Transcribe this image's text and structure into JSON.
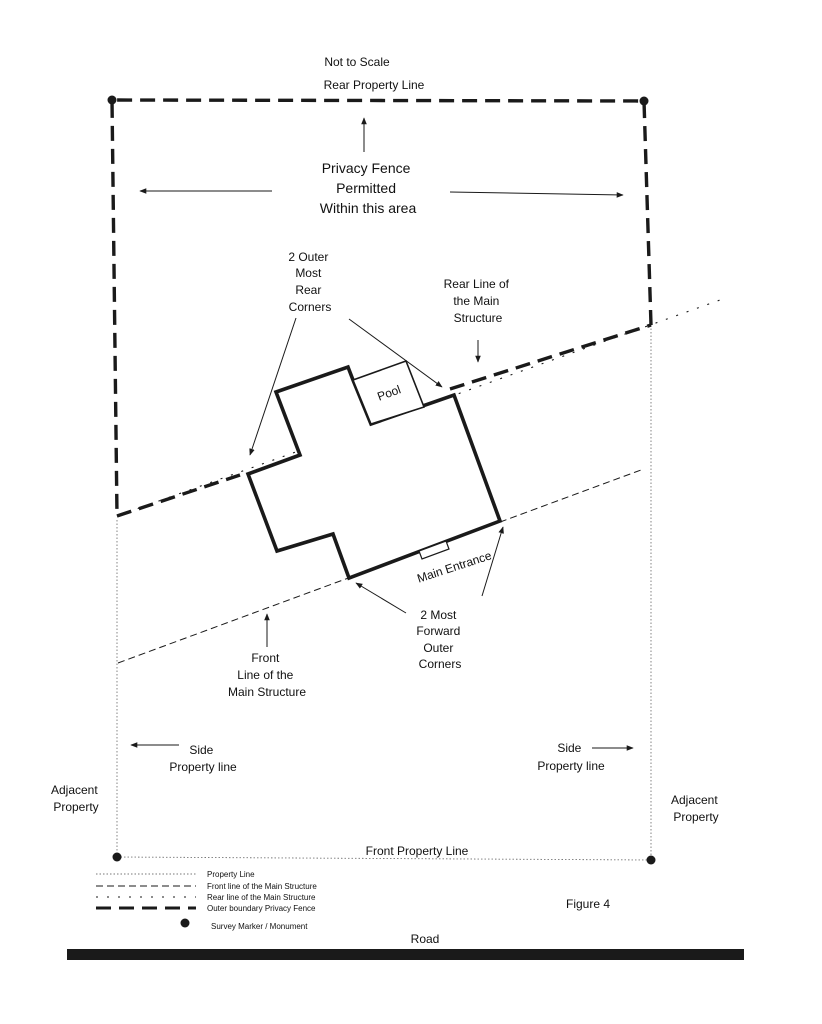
{
  "colors": {
    "ink": "#1a1a1a",
    "background": "#ffffff"
  },
  "labels": {
    "scale_note": "Not to Scale",
    "rear_property_line": "Rear Property Line",
    "privacy_fence": [
      "Privacy Fence",
      "Permitted",
      "Within this area"
    ],
    "rear_corners": [
      "2 Outer",
      "Most",
      "Rear",
      "Corners"
    ],
    "rear_line": [
      "Rear Line of",
      "the Main",
      "Structure"
    ],
    "pool": "Pool",
    "main_entrance": "Main Entrance",
    "forward_corners": [
      "2 Most",
      "Forward",
      "Outer",
      "Corners"
    ],
    "front_line": [
      "Front",
      "Line of the",
      "Main Structure"
    ],
    "side_left": [
      "Side",
      "Property line"
    ],
    "side_right": [
      "Side",
      "Property line"
    ],
    "adjacent_left": [
      "Adjacent",
      "Property"
    ],
    "adjacent_right": [
      "Adjacent",
      "Property"
    ],
    "front_property_line": "Front Property Line",
    "figure": "Figure 4",
    "road": "Road"
  },
  "legend": [
    {
      "style": "property-line",
      "label": "Property Line"
    },
    {
      "style": "front-line",
      "label": "Front line of the Main Structure"
    },
    {
      "style": "rear-line",
      "label": "Rear line of the Main Structure"
    },
    {
      "style": "fence",
      "label": "Outer boundary Privacy Fence"
    },
    {
      "style": "marker",
      "label": "Survey Marker / Monument"
    }
  ]
}
